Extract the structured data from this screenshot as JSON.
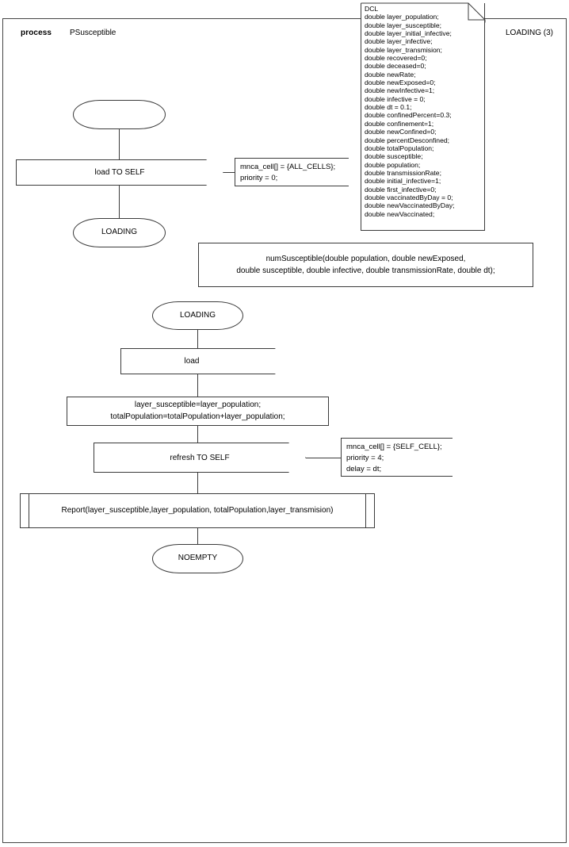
{
  "header": {
    "process_keyword": "process",
    "process_name": "PSusceptible",
    "start_state": "LOADING (3)"
  },
  "declaration": {
    "title": "DCL",
    "text": "DCL\ndouble layer_population;\ndouble layer_susceptible;\ndouble layer_initial_infective;\ndouble layer_infective;\ndouble layer_transmision;\ndouble recovered=0;\ndouble deceased=0;\ndouble newRate;\ndouble newExposed=0;\ndouble newInfective=1;\ndouble infective = 0;\ndouble dt = 0.1;\ndouble confinedPercent=0.3;\ndouble confinement=1;\ndouble newConfined=0;\ndouble percentDesconfined;\ndouble totalPopulation;\ndouble susceptible;\ndouble population;\ndouble transmissionRate;\ndouble initial_infective=1;\ndouble first_infective=0;\ndouble vaccinatedByDay = 0;\ndouble newVaccinatedByDay;\ndouble newVaccinated;"
  },
  "flow": {
    "start_state": "",
    "signal_load_to_self": "load TO SELF",
    "comment_load": "mnca_cell[] = {ALL_CELLS};\npriority = 0;",
    "state_loading_1": "LOADING",
    "procedure_numsusceptible": "numSusceptible(double population, double newExposed,\ndouble susceptible, double infective, double transmissionRate, double dt);",
    "state_loading_2": "LOADING",
    "signal_load_in": "load",
    "task_assignments": "layer_susceptible=layer_population;\ntotalPopulation=totalPopulation+layer_population;",
    "signal_refresh_to_self": "refresh TO SELF",
    "comment_refresh": "mnca_cell[] = {SELF_CELL};\npriority = 4;\ndelay = dt;",
    "procedure_report": "Report(layer_susceptible,layer_population, totalPopulation,layer_transmision)",
    "state_noempty": "NOEMPTY"
  },
  "colors": {
    "stroke": "#3b3b3b",
    "frame_stroke": "#444444",
    "background": "#ffffff",
    "text": "#000000"
  }
}
